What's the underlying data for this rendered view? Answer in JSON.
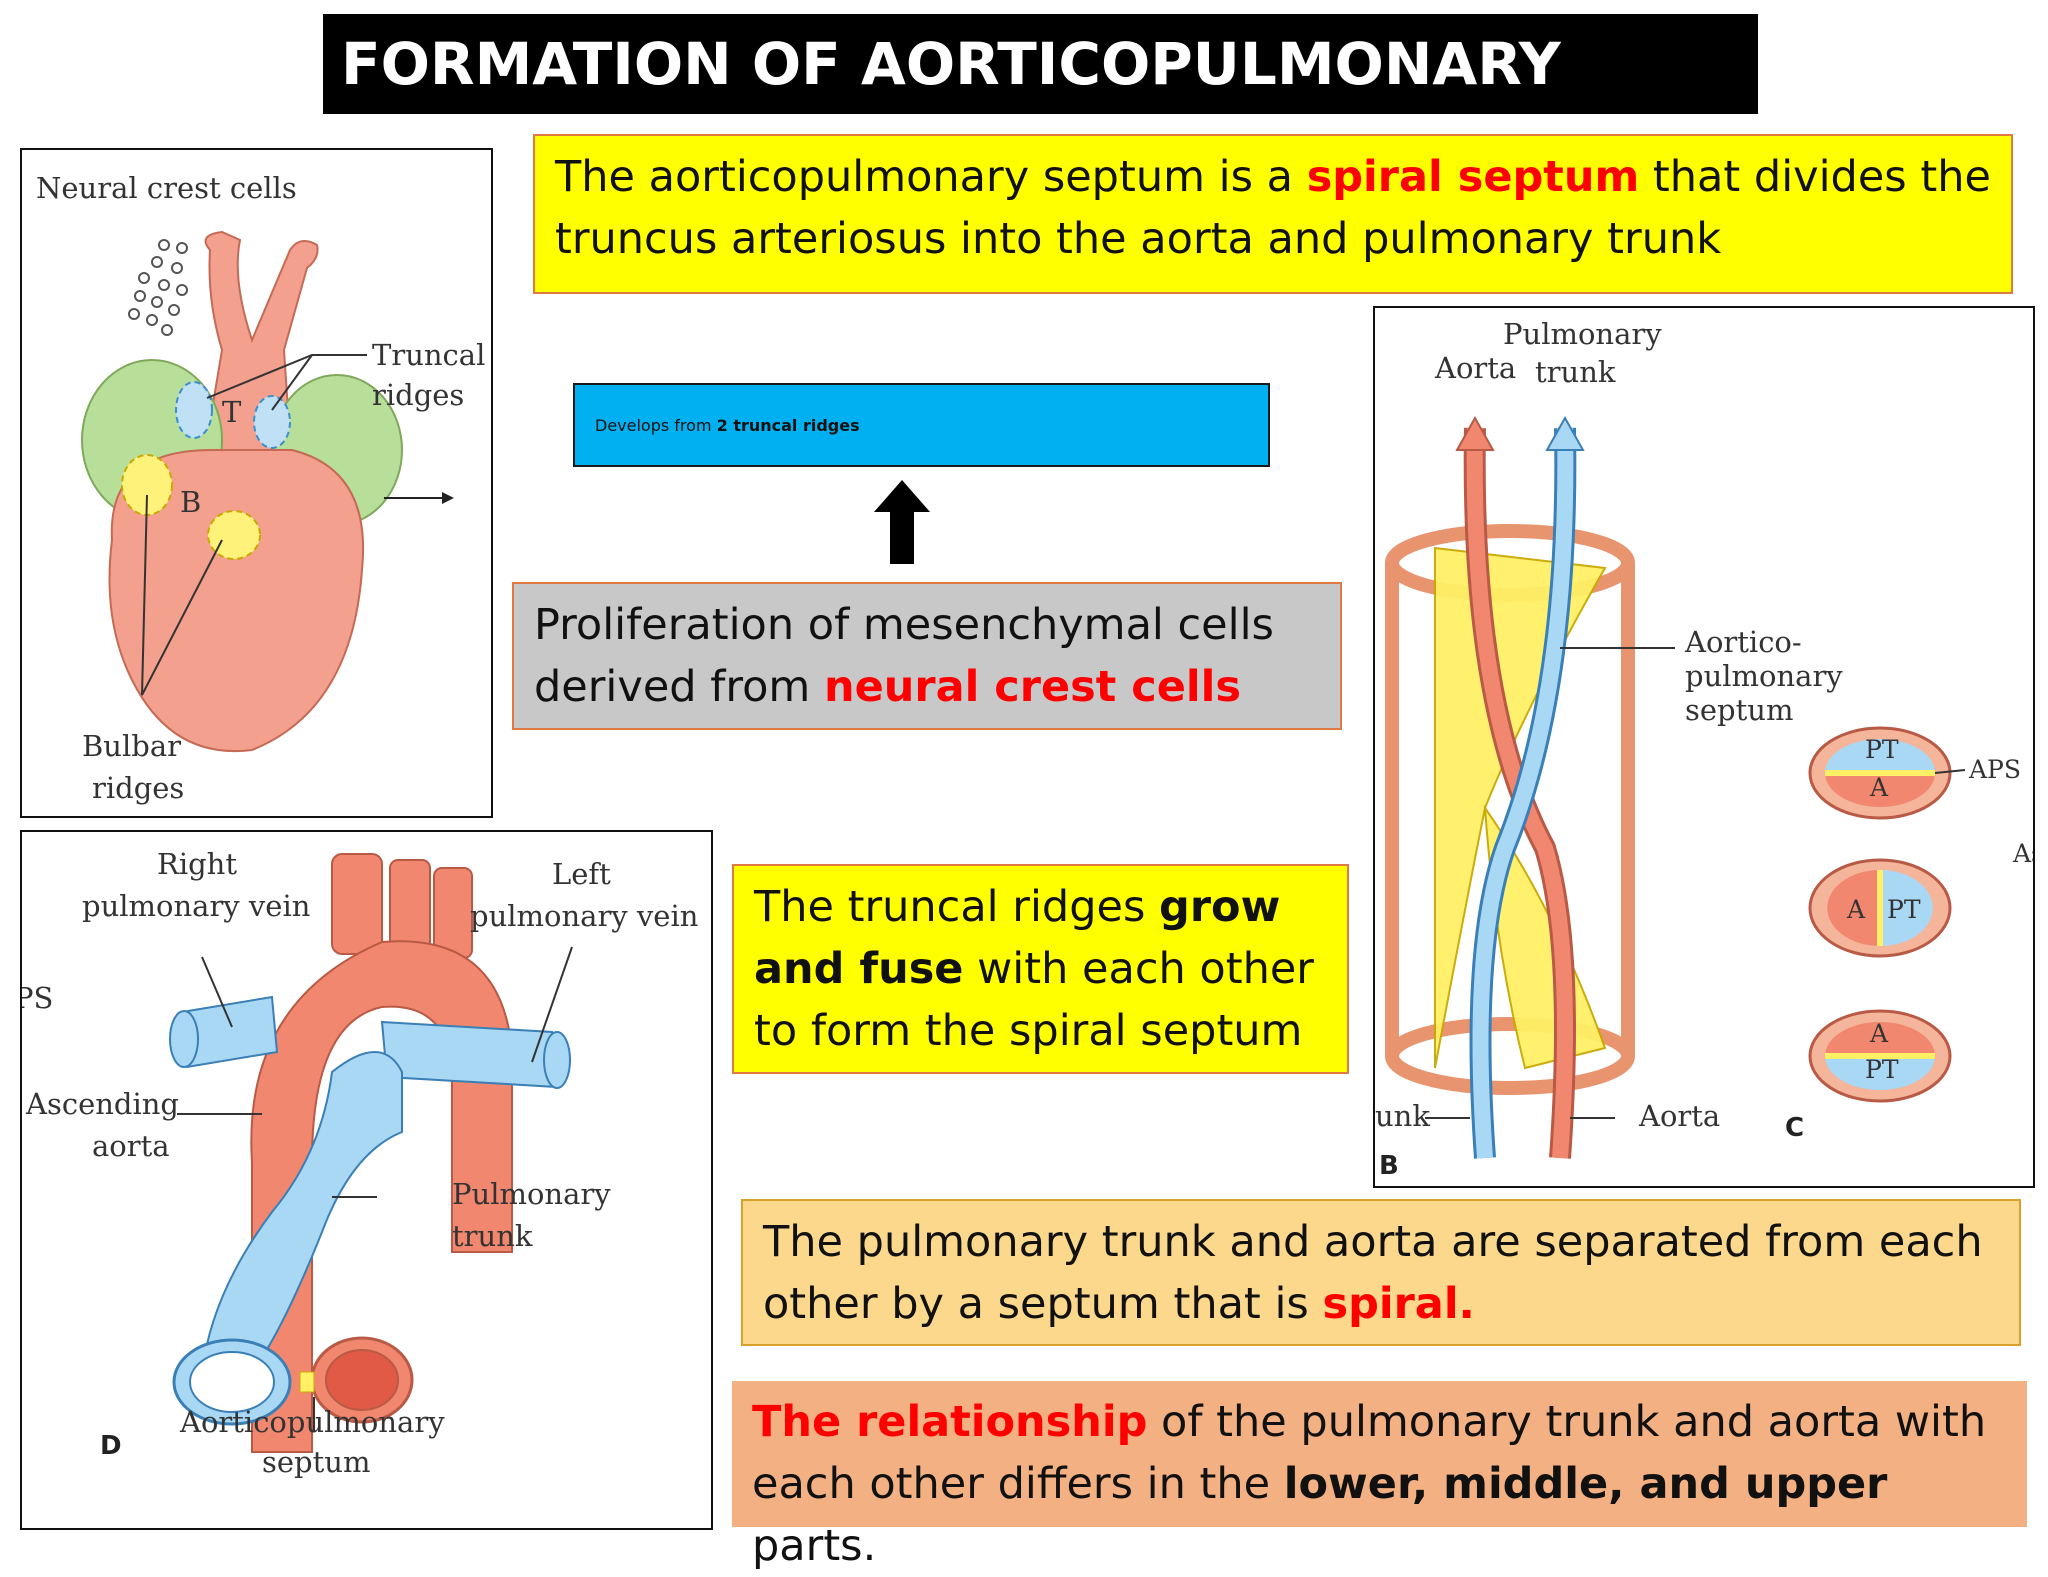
{
  "title": "FORMATION OF AORTICOPULMONARY SEPTUM:",
  "definition": {
    "pre": "The aorticopulmonary septum is a ",
    "highlight": "spiral septum",
    "post": " that divides the truncus arteriosus into the aorta and pulmonary trunk"
  },
  "develops": {
    "pre": "Develops from ",
    "bold": "2 truncal ridges"
  },
  "arrow_icon": "up-arrow-icon",
  "proliferation": {
    "pre": "Proliferation of mesenchymal cells derived from ",
    "highlight": "neural crest cells"
  },
  "grow": {
    "pre": "The truncal ridges ",
    "bold": "grow and fuse",
    "post": " with each other to form the spiral septum"
  },
  "separated": {
    "pre": "The pulmonary trunk and aorta are separated from each other by a septum that is ",
    "highlight": "spiral."
  },
  "relationship": {
    "highlight": "The relationship",
    "mid": " of the pulmonary trunk and aorta with each other differs in the ",
    "bold": "lower, middle, and upper",
    "post": " parts."
  },
  "figure_a": {
    "neural_crest": "Neural crest cells",
    "truncal_1": "Truncal",
    "truncal_2": "ridges",
    "t": "T",
    "b": "B",
    "bulbar_1": "Bulbar",
    "bulbar_2": "ridges"
  },
  "figure_b": {
    "aorta_top": "Aorta",
    "pulm_1": "Pulmonary",
    "pulm_2": "trunk",
    "aps_1": "Aortico-",
    "aps_2": "pulmonary",
    "aps_3": "septum",
    "trunk_cut": "unk",
    "aorta_bottom": "Aorta",
    "label_b": "B",
    "label_c": "C",
    "aps_tag": "APS",
    "as_cut": "As",
    "pt": "PT",
    "a": "A"
  },
  "figure_d": {
    "right_1": "Right",
    "right_2": "pulmonary vein",
    "left_1": "Left",
    "left_2": "pulmonary vein",
    "ps_cut": "PS",
    "asc_1": "Ascending",
    "asc_2": "aorta",
    "pt_1": "Pulmonary",
    "pt_2": "trunk",
    "aps_1": "Aorticopulmonary",
    "aps_2": "septum",
    "label_d": "D"
  },
  "colors": {
    "aorta": "#f2876f",
    "pulmonary": "#a9d8f5",
    "septum": "#fff066",
    "bulge": "#b8df9a"
  }
}
